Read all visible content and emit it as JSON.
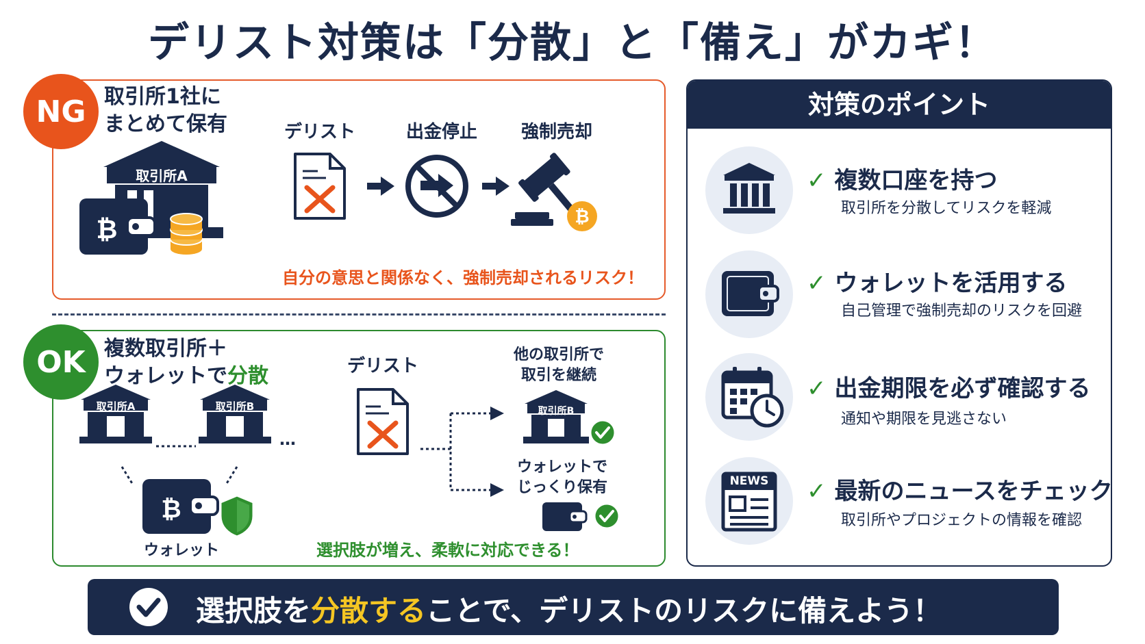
{
  "title": "デリスト対策は「分散」と「備え」がカギ！",
  "ng": {
    "badge": "NG",
    "heading_line1": "取引所1社に",
    "heading_line2": "まとめて保有",
    "exchange_label": "取引所A",
    "steps": [
      "デリスト",
      "出金停止",
      "強制売却"
    ],
    "message": "自分の意思と関係なく、強制売却されるリスク！"
  },
  "ok": {
    "badge": "OK",
    "heading_line1": "複数取引所＋",
    "heading_line2_prefix": "ウォレットで",
    "heading_line2_highlight": "分散",
    "exchange_a": "取引所A",
    "exchange_b": "取引所B",
    "ellipsis": "…",
    "wallet_label": "ウォレット",
    "delist_label": "デリスト",
    "branch1_line1": "他の取引所で",
    "branch1_line2": "取引を継続",
    "branch1_exchange": "取引所B",
    "branch2_line1": "ウォレットで",
    "branch2_line2": "じっくり保有",
    "message": "選択肢が増え、柔軟に対応できる！"
  },
  "points": {
    "heading": "対策のポイント",
    "check": "✓",
    "items": [
      {
        "icon": "bank-icon",
        "title": "複数口座を持つ",
        "sub": "取引所を分散してリスクを軽減"
      },
      {
        "icon": "wallet-icon",
        "title": "ウォレットを活用する",
        "sub": "自己管理で強制売却のリスクを回避"
      },
      {
        "icon": "calendar-clock-icon",
        "title": "出金期限を必ず確認する",
        "sub": "通知や期限を見逃さない"
      },
      {
        "icon": "news-icon",
        "title": "最新のニュースをチェック",
        "sub": "取引所やプロジェクトの情報を確認",
        "news_label": "NEWS"
      }
    ]
  },
  "banner": {
    "prefix": "選択肢を",
    "highlight": "分散する",
    "suffix": "ことで、デリストのリスクに備えよう！"
  },
  "colors": {
    "navy": "#1b2a4a",
    "ng_orange": "#e8541c",
    "ok_green": "#2e8f2e",
    "coin_orange": "#f5a623",
    "highlight_yellow": "#f5c623",
    "point_bg": "#e8edf5"
  }
}
